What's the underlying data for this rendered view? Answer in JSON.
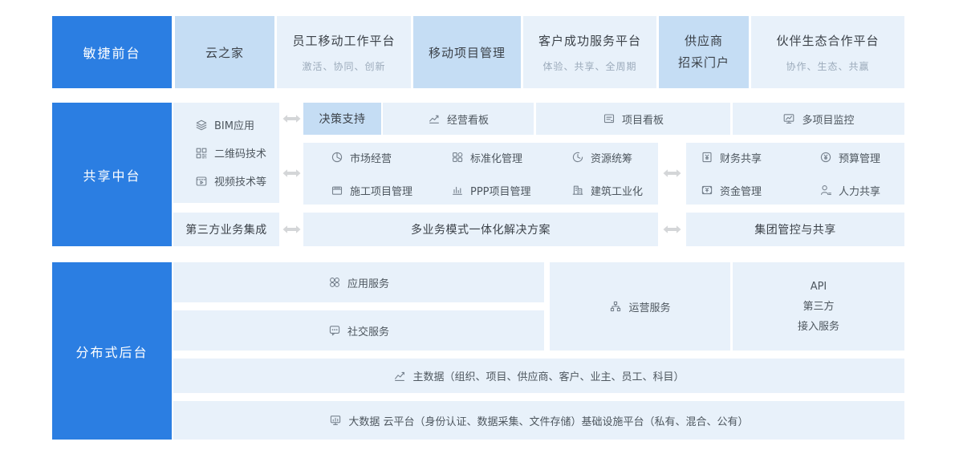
{
  "palette": {
    "primary_blue": "#2b7ee2",
    "medium_blue": "#c5ddf4",
    "light_blue": "#e8f1fa",
    "arrow_gray": "#d4d6d8",
    "title_text": "#3b4148",
    "subtitle_text": "#9cabbb",
    "item_text": "#4e575f",
    "label_text": "#ffffff"
  },
  "front_row": {
    "label": "敏捷前台",
    "items": [
      {
        "title": "云之家",
        "tone": "medium"
      },
      {
        "title": "员工移动工作平台",
        "subtitle": "激活、协同、创新",
        "tone": "light"
      },
      {
        "title": "移动项目管理",
        "tone": "medium"
      },
      {
        "title": "客户成功服务平台",
        "subtitle": "体验、共享、全周期",
        "tone": "light"
      },
      {
        "title_line1": "供应商",
        "title_line2": "招采门户",
        "tone": "medium"
      },
      {
        "title": "伙伴生态合作平台",
        "subtitle": "协作、生态、共赢",
        "tone": "light"
      }
    ]
  },
  "middle_row": {
    "label": "共享中台",
    "tech_stack": {
      "items": [
        {
          "icon": "layers-icon",
          "text": "BIM应用"
        },
        {
          "icon": "qrcode-icon",
          "text": "二维码技术"
        },
        {
          "icon": "video-icon",
          "text": "视频技术等"
        }
      ]
    },
    "decision_band": {
      "highlight": "决策支持",
      "items": [
        {
          "icon": "trend-chart-icon",
          "text": "经营看板"
        },
        {
          "icon": "board-icon",
          "text": "项目看板"
        },
        {
          "icon": "monitor-chart-icon",
          "text": "多项目监控"
        }
      ]
    },
    "business_group": {
      "items": [
        {
          "icon": "pie-chart-icon",
          "text": "市场经营"
        },
        {
          "icon": "components-icon",
          "text": "标准化管理"
        },
        {
          "icon": "clock-icon",
          "text": "资源统筹"
        },
        {
          "icon": "construction-icon",
          "text": "施工项目管理"
        },
        {
          "icon": "bar-chart-icon",
          "text": "PPP项目管理"
        },
        {
          "icon": "factory-icon",
          "text": "建筑工业化"
        }
      ]
    },
    "finance_group": {
      "items": [
        {
          "icon": "finance-book-icon",
          "text": "财务共享"
        },
        {
          "icon": "yen-circle-icon",
          "text": "预算管理"
        },
        {
          "icon": "cash-icon",
          "text": "资金管理"
        },
        {
          "icon": "person-icon",
          "text": "人力共享"
        }
      ]
    },
    "bottom_band": {
      "items": [
        "第三方业务集成",
        "多业务模式一体化解决方案",
        "集团管控与共享"
      ]
    }
  },
  "back_row": {
    "label": "分布式后台",
    "app_service": {
      "icon": "app-grid-icon",
      "text": "应用服务"
    },
    "social_service": {
      "icon": "chat-icon",
      "text": "社交服务"
    },
    "ops_service": {
      "icon": "network-icon",
      "text": "运营服务"
    },
    "api_service": {
      "lines": [
        "API",
        "第三方",
        "接入服务"
      ]
    },
    "master_data": {
      "icon": "line-chart-icon",
      "text": "主数据（组织、项目、供应商、客户、业主、员工、科目）"
    },
    "big_data": {
      "icon": "monitor-icon",
      "text": "大数据 云平台（身份认证、数据采集、文件存储）基础设施平台（私有、混合、公有）"
    }
  }
}
